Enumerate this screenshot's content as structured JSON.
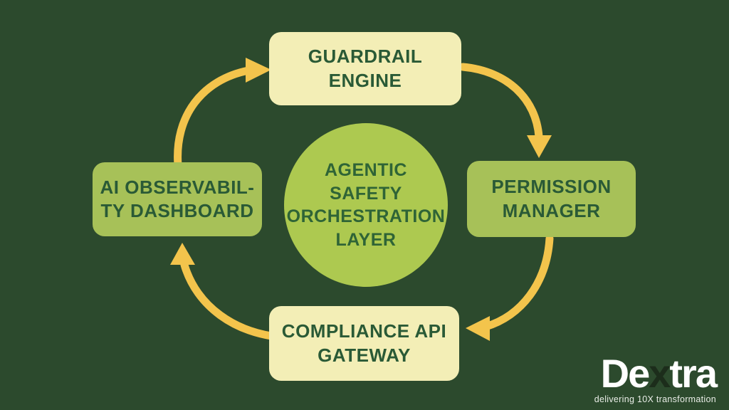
{
  "colors": {
    "background": "#2c4a2d",
    "node_pale_yellow": "#f3eeb6",
    "node_yellow_green": "#a7c158",
    "hub_circle": "#adc950",
    "node_text": "#2a5a36",
    "arrow": "#f3c44c",
    "logo_white": "#ffffff",
    "logo_x": "#1c2d1b"
  },
  "diagram": {
    "hub": {
      "label": [
        "AGENTIC",
        "SAFETY",
        "ORCHESTRATION",
        "LAYER"
      ]
    },
    "nodes": {
      "top": {
        "label": [
          "GUARDRAIL",
          "ENGINE"
        ]
      },
      "right": {
        "label": [
          "PERMISSION",
          "MANAGER"
        ]
      },
      "bottom": {
        "label": [
          "COMPLIANCE API",
          "GATEWAY"
        ]
      },
      "left": {
        "label": [
          "AI OBSERVABIL-",
          "TY DASHBOARD"
        ]
      }
    },
    "arrows": [
      {
        "name": "left-to-top"
      },
      {
        "name": "top-to-right"
      },
      {
        "name": "right-to-bottom"
      },
      {
        "name": "bottom-to-left"
      }
    ]
  },
  "brand": {
    "wordmark_prefix": "De",
    "wordmark_x": "x",
    "wordmark_suffix": "tra",
    "tagline": "delivering 10X transformation"
  }
}
